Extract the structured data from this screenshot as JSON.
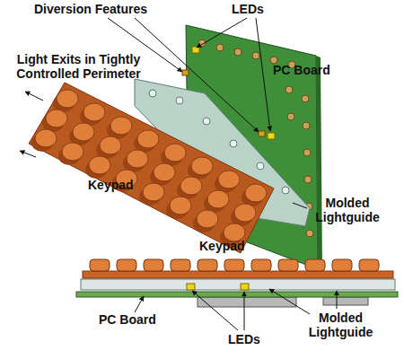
{
  "diagram": {
    "labels": [
      "Diversion Features",
      "LEDs",
      "Light Exits in Tightly Controlled Perimeter",
      "PC Board",
      "Keypad",
      "Molded Lightguide",
      "Keypad",
      "PC Board",
      "LEDs",
      "Molded Lightguide"
    ]
  }
}
